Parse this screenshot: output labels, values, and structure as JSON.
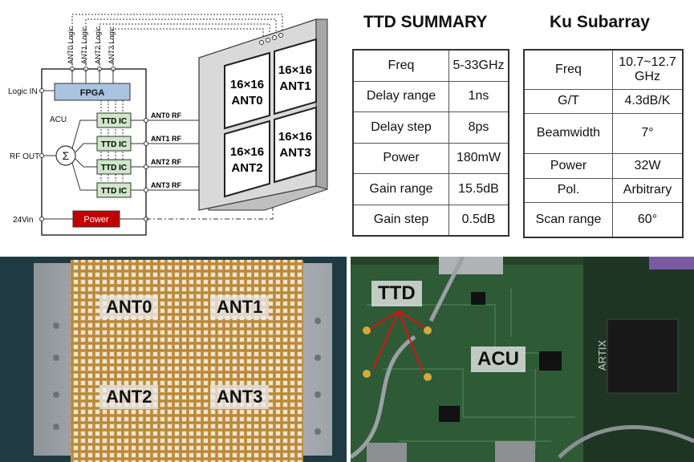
{
  "diagram": {
    "logic_labels": [
      "ANT0 Logic",
      "ANT1 Logic",
      "ANT2 Logic",
      "ANT3 Logic"
    ],
    "logic_in": "Logic IN",
    "acu": "ACU",
    "fpga": "FPGA",
    "rf_out": "RF OUT",
    "sigma": "Σ",
    "ttd_ic": "TTD IC",
    "rf_labels": [
      "ANT0 RF",
      "ANT1 RF",
      "ANT2 RF",
      "ANT3 RF"
    ],
    "vin": "24Vin",
    "power": "Power",
    "panels": [
      {
        "size": "16×16",
        "name": "ANT0"
      },
      {
        "size": "16×16",
        "name": "ANT1"
      },
      {
        "size": "16×16",
        "name": "ANT2"
      },
      {
        "size": "16×16",
        "name": "ANT3"
      }
    ]
  },
  "ttd_summary": {
    "title": "TTD SUMMARY",
    "rows": [
      [
        "Freq",
        "5-33GHz"
      ],
      [
        "Delay range",
        "1ns"
      ],
      [
        "Delay step",
        "8ps"
      ],
      [
        "Power",
        "180mW"
      ],
      [
        "Gain range",
        "15.5dB"
      ],
      [
        "Gain step",
        "0.5dB"
      ]
    ]
  },
  "ku_subarray": {
    "title": "Ku Subarray",
    "rows": [
      [
        "Freq",
        "10.7~12.7 GHz"
      ],
      [
        "G/T",
        "4.3dB/K"
      ],
      [
        "Beamwidth",
        "7°"
      ],
      [
        "Power",
        "32W"
      ],
      [
        "Pol.",
        "Arbitrary"
      ],
      [
        "Scan range",
        "60°"
      ]
    ]
  },
  "photo_antenna": {
    "labels": [
      "ANT0",
      "ANT1",
      "ANT2",
      "ANT3"
    ]
  },
  "photo_board": {
    "ttd_label": "TTD",
    "acu_label": "ACU",
    "chip_text": "ARTIX"
  },
  "colors": {
    "fpga_fill": "#a9c3e0",
    "ttd_fill": "#cfe6c8",
    "power_fill": "#c00000",
    "panel_frame": "#d9d9d9",
    "board_green": "#2e5a36",
    "copper": "#c89445",
    "arrow_red": "#e01010"
  }
}
